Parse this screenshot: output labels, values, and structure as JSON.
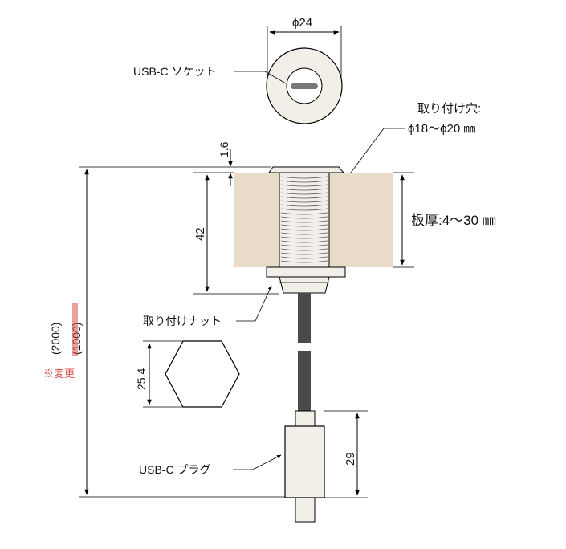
{
  "colors": {
    "panel": "#e8dcc8",
    "metal": "#f1efe8",
    "cable": "#4a4a4a",
    "socket": "#777777",
    "note_red": "#d9534f"
  },
  "icons": {
    "arrow": "arrowhead"
  },
  "top_view": {
    "dim_label": "ϕ24",
    "socket_label": "USB-C ソケット"
  },
  "mount_hole": {
    "line1": "取り付け穴:",
    "line2": "ϕ18〜ϕ20 ㎜"
  },
  "dims": {
    "flange_thickness": "1.6",
    "thread_length": "42",
    "board_thickness": "板厚:4〜30 ㎜",
    "hex_size": "25.4",
    "plug_length": "29"
  },
  "labels": {
    "nut": "取り付けナット",
    "plug": "USB-C プラグ"
  },
  "total_length": {
    "value_old": "(2000)",
    "value_new": "(1000)",
    "change_note": "※変更"
  }
}
